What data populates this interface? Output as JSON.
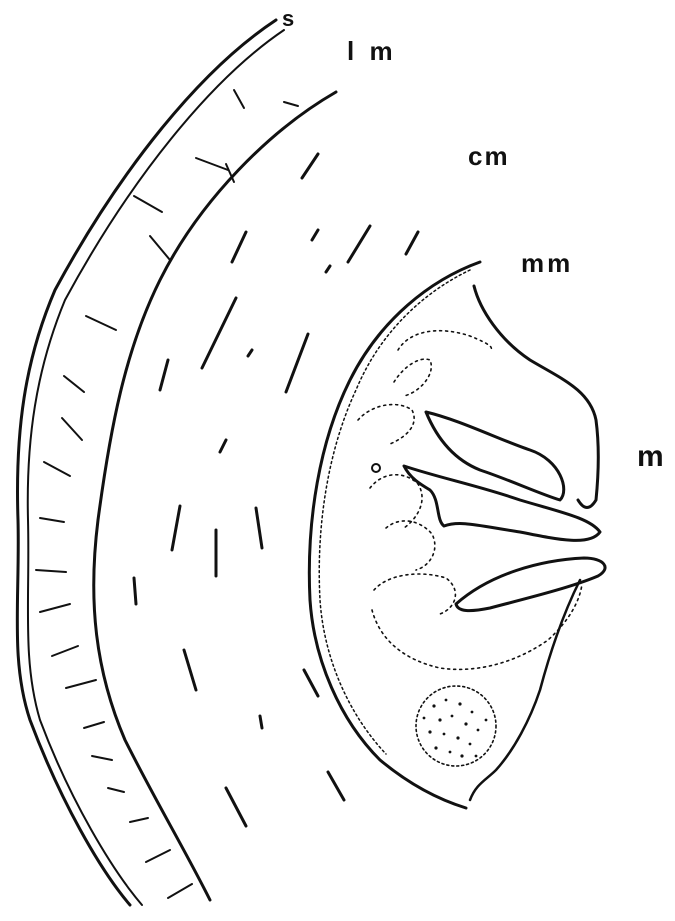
{
  "labels": {
    "s": "s",
    "lm": "l m",
    "cm": "cm",
    "mm": "mm",
    "m": "m"
  },
  "colors": {
    "ink": "#111111",
    "background": "#ffffff"
  }
}
